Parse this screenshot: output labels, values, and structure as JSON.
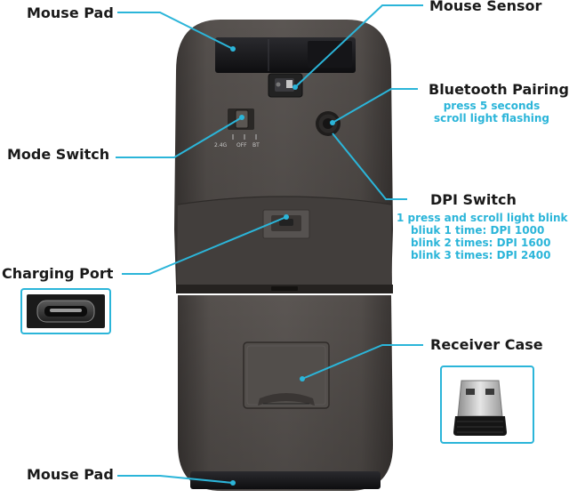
{
  "labels": {
    "mouse_pad_top": "Mouse Pad",
    "mouse_sensor": "Mouse Sensor",
    "bluetooth_pairing": "Bluetooth Pairing",
    "mode_switch": "Mode Switch",
    "dpi_switch": "DPI Switch",
    "charging_port": "Charging Port",
    "receiver_case": "Receiver Case",
    "mouse_pad_bottom": "Mouse Pad"
  },
  "notes": {
    "bluetooth_line1": "press 5 seconds",
    "bluetooth_line2": "scroll light flashing",
    "dpi_line1": "1 press and scroll light blink",
    "dpi_line2": "bliuk 1 time: DPI 1000",
    "dpi_line3": "blink 2 times: DPI 1600",
    "dpi_line4": "blink 3 times: DPI 2400"
  },
  "switch_positions": [
    "2.4G",
    "OFF",
    "BT"
  ],
  "colors": {
    "leader_line": "#2bb5d9",
    "body": "#4a4644",
    "label_text": "#1a1a1a",
    "note_text": "#2bb5d9"
  }
}
